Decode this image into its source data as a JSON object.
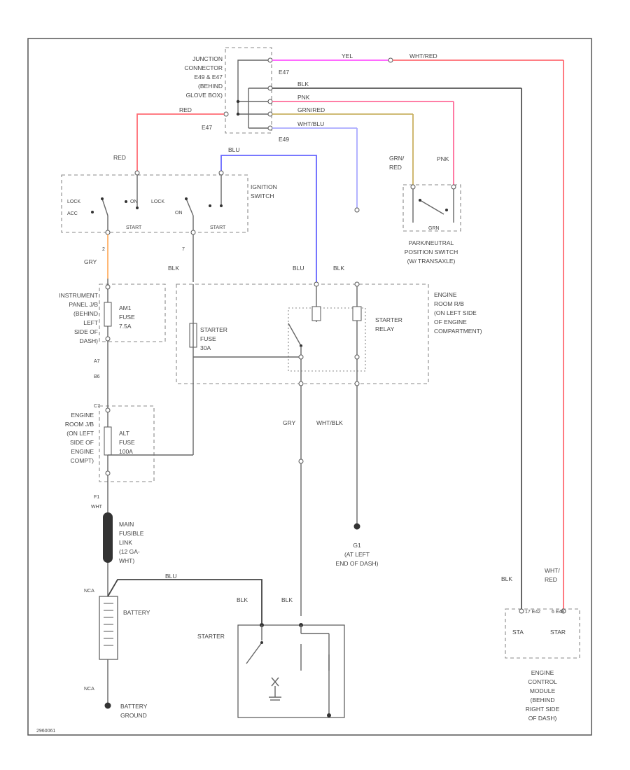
{
  "colors": {
    "red": "#ff6b73",
    "pink": "#ff55aa",
    "blue": "#6666ff",
    "orange": "#ffb066",
    "tan": "#c8b060",
    "light_blue": "#aaaaff",
    "gray": "#555555",
    "fusible": "#333333"
  },
  "labels": {
    "junction_connector": [
      "JUNCTION",
      "CONNECTOR",
      "E49 & E47",
      "(BEHIND",
      "GLOVE BOX)"
    ],
    "e47_top": "E47",
    "e47_left": "E47",
    "e49": "E49",
    "red_left": "RED",
    "red_upper": "RED",
    "blu_ign": "BLU",
    "wht_red_top": "WHT/RED",
    "wire_blk": "BLK",
    "wire_pnk": "PNK",
    "wire_grn_red": "GRN/RED",
    "wire_wht_blu": "WHT/BLU",
    "wire_ylw_short": "YEL",
    "ign_switch": [
      "IGNITION",
      "SWITCH"
    ],
    "lock_left": "LOCK",
    "acc": "ACC",
    "on_left": "ON",
    "start_left": "START",
    "lock_right": "LOCK",
    "on_right": "ON",
    "start_right": "START",
    "pin_2": "2",
    "pin_7": "7",
    "grn_red_switch": [
      "GRN/",
      "RED"
    ],
    "pnk_switch": "PNK",
    "pn_switch": [
      "PARK/NEUTRAL",
      "POSITION SWITCH",
      "(W/ TRANSAXLE)"
    ],
    "grn": "GRN",
    "blk_ign": "BLK",
    "blu_relay": "BLU",
    "blk_relay": "BLK",
    "ip_jb": [
      "INSTRUMENT",
      "PANEL J/B",
      "(BEHIND",
      "LEFT",
      "SIDE OF",
      "DASH)"
    ],
    "am1_fuse": [
      "AM1",
      "FUSE",
      "7.5A"
    ],
    "starter_fuse": [
      "STARTER",
      "FUSE",
      "30A"
    ],
    "engine_room_rb": [
      "ENGINE",
      "ROOM R/B",
      "(ON LEFT SIDE",
      "OF ENGINE",
      "COMPARTMENT)"
    ],
    "starter_relay": [
      "STARTER",
      "RELAY"
    ],
    "pin_a7": "A7",
    "pin_b6": "B6",
    "engine_room_jb": [
      "ENGINE",
      "ROOM J/B",
      "(ON LEFT",
      "SIDE OF",
      "ENGINE",
      "COMPT)"
    ],
    "alt_fuse": [
      "ALT",
      "FUSE",
      "100A"
    ],
    "pin_c7": "C7",
    "gry": "GRY",
    "wht_blk": "WHT/BLK",
    "pin_f1": "F1",
    "wht": "WHT",
    "main_fusible": [
      "MAIN",
      "FUSIBLE",
      "LINK",
      "(12 GA-",
      "WHT)"
    ],
    "g1": "G1",
    "g1_desc": [
      "(AT LEFT",
      "END OF DASH)"
    ],
    "nca_top": "NCA",
    "blu_battery": "BLU",
    "battery": "BATTERY",
    "nca_bottom": "NCA",
    "battery_ground": [
      "BATTERY",
      "GROUND"
    ],
    "blk_starter_left": "BLK",
    "blk_starter_right": "BLK",
    "starter": "STARTER",
    "blk_ecm": "BLK",
    "wht_red_ecm": [
      "WHT/",
      "RED"
    ],
    "sta_pin": "STA",
    "star_pin": "STAR",
    "ecm_pin_left": "17 E42",
    "ecm_pin_right": "6 E48",
    "ecm": [
      "ENGINE",
      "CONTROL",
      "MODULE",
      "(BEHIND",
      "RIGHT SIDE",
      "OF DASH)"
    ],
    "watermark": "2960061"
  }
}
